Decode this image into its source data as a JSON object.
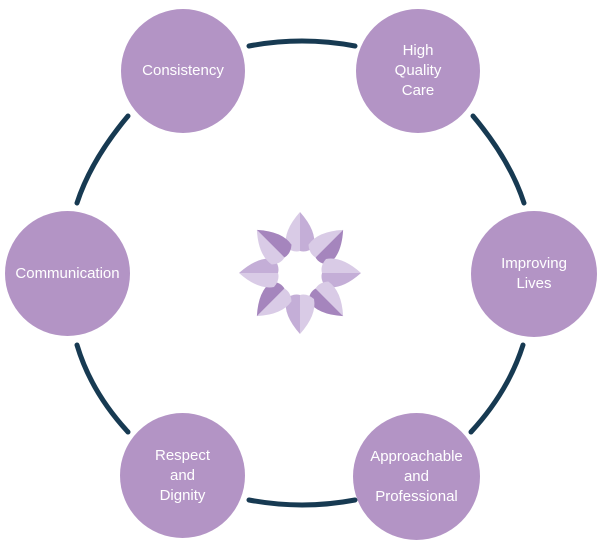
{
  "diagram": {
    "nodes": [
      {
        "id": "consistency",
        "label": "Consistency"
      },
      {
        "id": "high-quality",
        "label": "High\nQuality\nCare"
      },
      {
        "id": "improving",
        "label": "Improving\nLives"
      },
      {
        "id": "approachable",
        "label": "Approachable\nand\nProfessional"
      },
      {
        "id": "respect",
        "label": "Respect\nand\nDignity"
      },
      {
        "id": "communication",
        "label": "Communication"
      }
    ]
  },
  "colors": {
    "node_fill": "#b394c5",
    "node_text": "#ffffff",
    "ring": "#173a52",
    "petal_light": "#d9cbe6",
    "petal_mid": "#c4aed7",
    "petal_dark": "#a585bd"
  },
  "icons": {
    "center": "flower-logo-icon"
  }
}
